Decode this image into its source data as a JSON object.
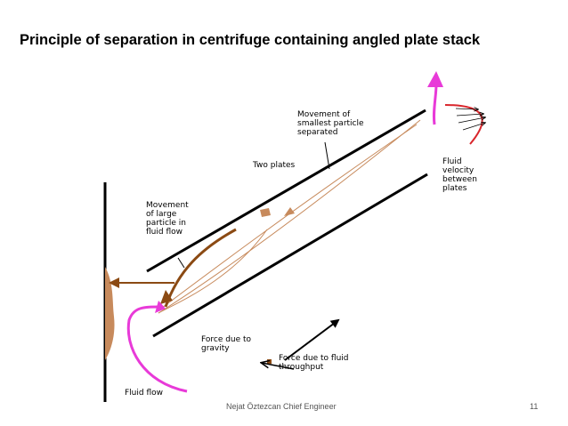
{
  "slide": {
    "title": "Principle of separation in centrifuge containing angled plate stack",
    "footer_author": "Nejat Öztezcan Chief Engineer",
    "page_number": "11"
  },
  "labels": {
    "smallest_particle": "Movement of\nsmallest particle\nseparated",
    "two_plates": "Two plates",
    "fluid_velocity": "Fluid\nvelocity\nbetween\nplates",
    "large_particle": "Movement\nof large\nparticle in\nfluid flow",
    "gravity": "Force due to\ngravity",
    "throughput": "Force due to  fluid\nthroughput",
    "fluid_flow": "Fluid flow"
  },
  "colors": {
    "magenta": "#e83ad8",
    "brown": "#8b4a13",
    "tan": "#c78a5c",
    "red": "#d9262c",
    "black": "#000000"
  }
}
